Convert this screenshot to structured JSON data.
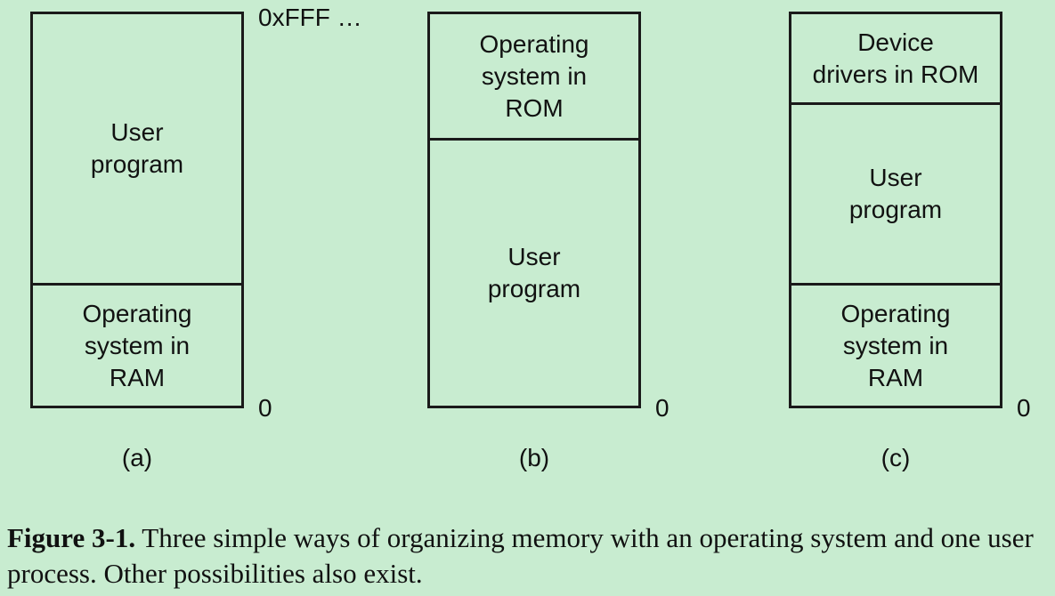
{
  "diagrams": [
    {
      "label": "(a)",
      "top_address": "0xFFF …",
      "bottom_address": "0",
      "segments": [
        {
          "lines": [
            "User",
            "program"
          ]
        },
        {
          "lines": [
            "Operating",
            "system in",
            "RAM"
          ]
        }
      ]
    },
    {
      "label": "(b)",
      "top_address": "",
      "bottom_address": "0",
      "segments": [
        {
          "lines": [
            "Operating",
            "system in",
            "ROM"
          ]
        },
        {
          "lines": [
            "User",
            "program"
          ]
        }
      ]
    },
    {
      "label": "(c)",
      "top_address": "",
      "bottom_address": "0",
      "segments": [
        {
          "lines": [
            "Device",
            "drivers in ROM"
          ]
        },
        {
          "lines": [
            "User",
            "program"
          ]
        },
        {
          "lines": [
            "Operating",
            "system in",
            "RAM"
          ]
        }
      ]
    }
  ],
  "caption": {
    "label": "Figure 3-1.",
    "text": "Three simple ways of organizing memory with an operating system and one user process. Other possibilities also exist."
  }
}
